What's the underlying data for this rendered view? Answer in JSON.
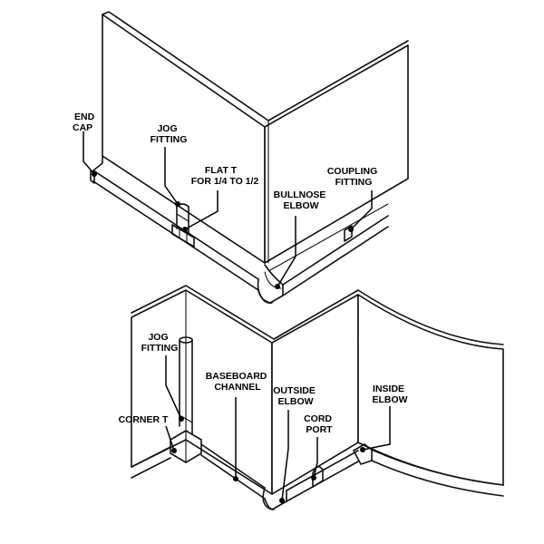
{
  "labels": {
    "end_cap": [
      "END",
      "CAP"
    ],
    "jog_fitting_top": [
      "JOG",
      "FITTING"
    ],
    "flat_t": [
      "FLAT T",
      "FOR 1/4 TO 1/2"
    ],
    "bullnose_elbow": [
      "BULLNOSE",
      "ELBOW"
    ],
    "coupling_fitting": [
      "COUPLING",
      "FITTING"
    ],
    "jog_fitting_bottom": [
      "JOG",
      "FITTING"
    ],
    "baseboard_channel": [
      "BASEBOARD",
      "CHANNEL"
    ],
    "corner_t": [
      "CORNER T"
    ],
    "outside_elbow": [
      "OUTSIDE",
      "ELBOW"
    ],
    "cord_port": [
      "CORD",
      "PORT"
    ],
    "inside_elbow": [
      "INSIDE",
      "ELBOW"
    ]
  }
}
